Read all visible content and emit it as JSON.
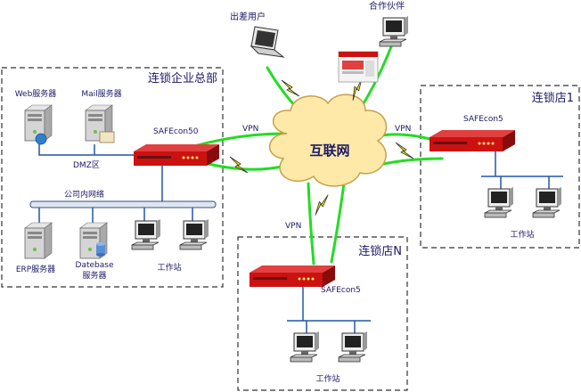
{
  "diagram": {
    "internet": "互联网",
    "vpn": "VPN",
    "hq": {
      "title": "连锁企业总部",
      "device": "SAFEcon50",
      "web_server": "Web服务器",
      "mail_server": "Mail服务器",
      "dmz": "DMZ区",
      "lan": "公司内网络",
      "erp_server": "ERP服务器",
      "db_server_line1": "Datebase",
      "db_server_line2": "服务器",
      "workstation": "工作站"
    },
    "store1": {
      "title": "连锁店1",
      "device": "SAFEcon5",
      "workstation": "工作站"
    },
    "storeN": {
      "title": "连锁店N",
      "device": "SAFEcon5",
      "workstation": "工作站"
    },
    "traveler": "出差用户",
    "partner": "合作伙伴"
  },
  "colors": {
    "vpn_tunnel": "#22dd22",
    "link": "#2255aa",
    "firewall": "#cc1111",
    "lightning": "#f2e600",
    "cloud": "#ffe9a8",
    "label": "#1a1a66",
    "zone_border": "#333333"
  },
  "icons": [
    "server-icon",
    "router-icon",
    "workstation-icon",
    "laptop-icon",
    "cloud-icon",
    "lightning-icon",
    "database-icon"
  ]
}
